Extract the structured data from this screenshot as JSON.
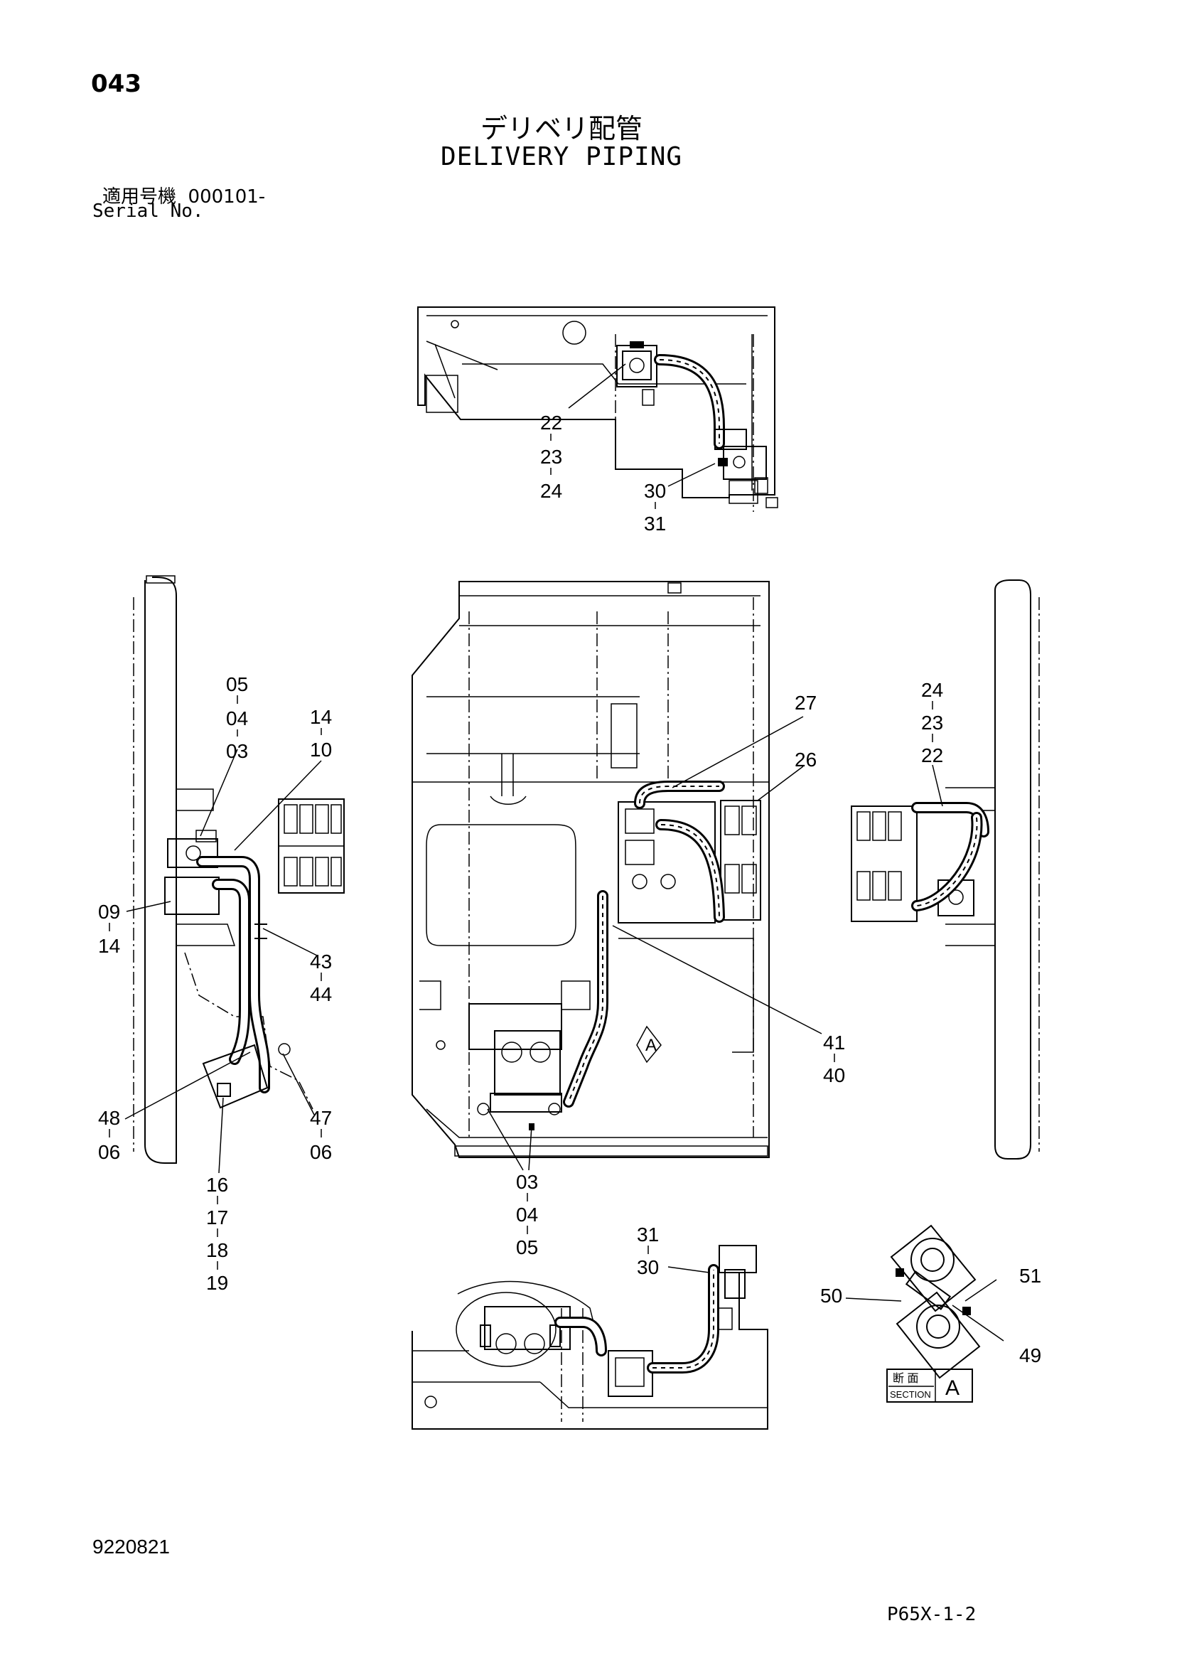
{
  "header": {
    "page_number": "043",
    "title_jp": "デリベリ配管",
    "title_en": "DELIVERY PIPING",
    "serial_label_jp": "適用号機",
    "serial_value": "000101-",
    "serial_label_en": "Serial No."
  },
  "callouts": {
    "top_view": {
      "left_stack": [
        "22",
        "23",
        "24"
      ],
      "right_stack": [
        "30",
        "31"
      ]
    },
    "left_view": {
      "top_stack": [
        "05",
        "04",
        "03"
      ],
      "mid_stack": [
        "14",
        "10"
      ],
      "left_stack": [
        "09",
        "14"
      ],
      "right_stack": [
        "43",
        "44"
      ],
      "bottom_left_stack": [
        "48",
        "06"
      ],
      "bottom_right_stack": [
        "47",
        "06"
      ],
      "bottom_stack": [
        "16",
        "17",
        "18",
        "19"
      ]
    },
    "center_view": {
      "label_27": "27",
      "label_26": "26",
      "right_stack": [
        "41",
        "40"
      ],
      "bottom_stack": [
        "03",
        "04",
        "05"
      ],
      "section_marker": "A"
    },
    "right_view": {
      "top_stack": [
        "24",
        "23",
        "22"
      ]
    },
    "bottom_view": {
      "stack": [
        "31",
        "30"
      ]
    },
    "section_detail": {
      "label_50": "50",
      "label_51": "51",
      "label_49": "49",
      "section_label_jp": "断 面",
      "section_label_en": "SECTION",
      "section_letter": "A"
    }
  },
  "footer": {
    "document_number": "9220821",
    "sheet_code": "P65X-1-2"
  }
}
